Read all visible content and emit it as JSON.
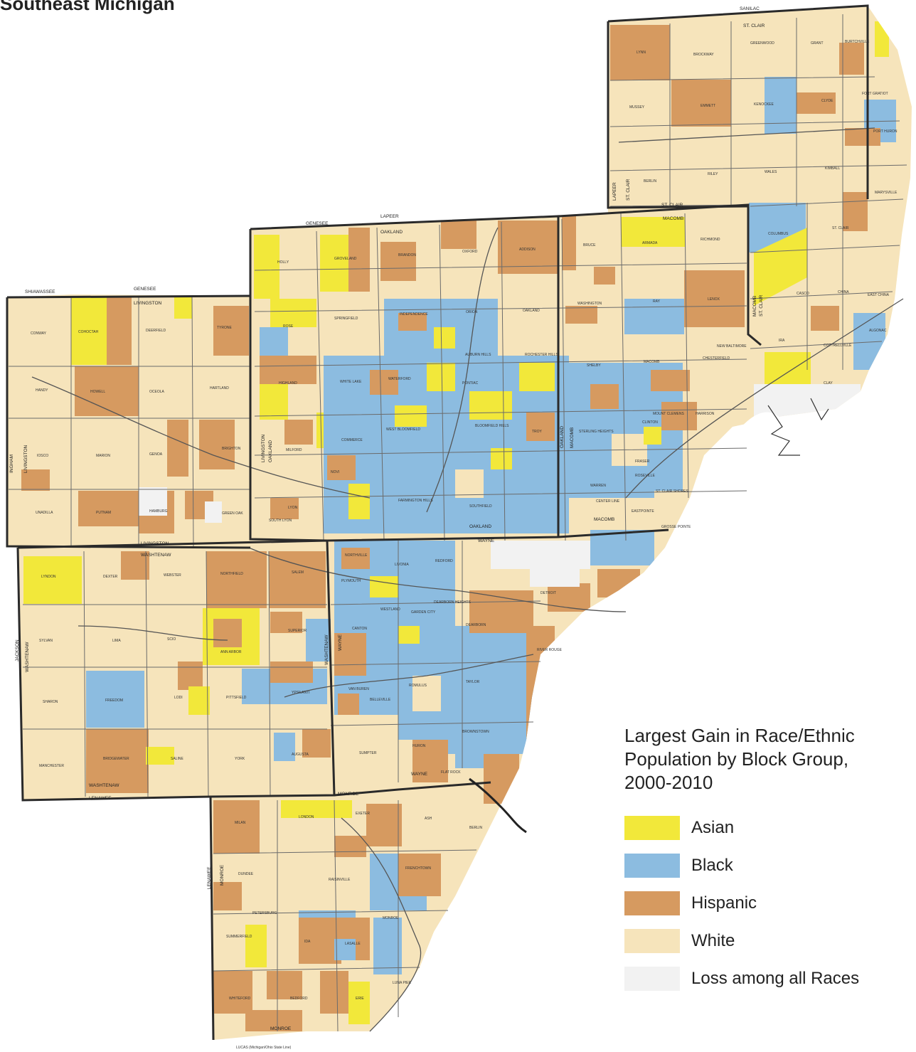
{
  "title_fragment": "Southeast Michigan",
  "legend": {
    "title_lines": [
      "Largest Gain in Race/Ethnic",
      "Population by Block Group,",
      "2000-2010"
    ],
    "items": [
      {
        "label": "Asian",
        "color": "#f2e83a"
      },
      {
        "label": "Black",
        "color": "#8cbce0"
      },
      {
        "label": "Hispanic",
        "color": "#d69a60"
      },
      {
        "label": "White",
        "color": "#f6e4bb"
      },
      {
        "label": "Loss among all Races",
        "color": "#f2f2f2"
      }
    ]
  },
  "county_labels": {
    "sanilac": "SANILAC",
    "st_clair_top": "ST. CLAIR",
    "st_clair_mid": "ST. CLAIR",
    "st_clair_vert": "ST. CLAIR",
    "lapeer_vert": "LAPEER",
    "lapeer_top": "LAPEER",
    "genesee_top": "GENESEE",
    "oakland_top": "OAKLAND",
    "macomb_top": "MACOMB",
    "shiawassee": "SHIAWASSEE",
    "genesee_left": "GENESEE",
    "livingston_top": "LIVINGSTON",
    "ingham": "INGHAM",
    "livingston_vert_left": "LIVINGSTON",
    "livingston_vert_right": "LIVINGSTON",
    "oakland_vert_left": "OAKLAND",
    "oakland_vert_right": "OAKLAND",
    "macomb_vert_left": "MACOMB",
    "macomb_vert_right": "MACOMB",
    "st_clair_vert_right": "ST. CLAIR",
    "livingston_bottom": "LIVINGSTON",
    "washtenaw_top": "WASHTENAW",
    "oakland_bottom": "OAKLAND",
    "wayne_top": "WAYNE",
    "macomb_bottom": "MACOMB",
    "jackson": "JACKSON",
    "washtenaw_vert_left": "WASHTENAW",
    "washtenaw_vert_right": "WASHTENAW",
    "wayne_vert": "WAYNE",
    "washtenaw_bottom": "WASHTENAW",
    "lenawee_top": "LENAWEE",
    "monroe_top": "MONROE",
    "wayne_bottom": "WAYNE",
    "lenawee_vert": "LENAWEE",
    "monroe_vert": "MONROE",
    "monroe_bottom": "MONROE",
    "lucas": "LUCAS (Michigan/Ohio State Line)",
    "grosse_pointe": "GROSSE POINTE",
    "river_rouge": "RIVER ROUGE"
  },
  "township_labels": {
    "lynn": "LYNN",
    "brockway": "BROCKWAY",
    "greenwood": "GREENWOOD",
    "grant": "GRANT",
    "burtchville": "BURTCHVILLE",
    "mussey": "MUSSEY",
    "emmett": "EMMETT",
    "kenockee": "KENOCKEE",
    "clyde": "CLYDE",
    "fort_gratiot": "FORT GRATIOT",
    "port_huron": "PORT HURON",
    "berlin": "BERLIN",
    "riley": "RILEY",
    "wales": "WALES",
    "kimball": "KIMBALL",
    "marysville": "MARYSVILLE",
    "columbus": "COLUMBUS",
    "st_clair": "ST. CLAIR",
    "casco": "CASCO",
    "china": "CHINA",
    "east_china": "EAST CHINA",
    "cottrellville": "COTTRELLVILLE",
    "clay": "CLAY",
    "ira": "IRA",
    "algonac": "ALGONAC",
    "holly": "HOLLY",
    "groveland": "GROVELAND",
    "brandon": "BRANDON",
    "oxford": "OXFORD",
    "addison": "ADDISON",
    "rose": "ROSE",
    "springfield": "SPRINGFIELD",
    "independence": "INDEPENDENCE",
    "orion": "ORION",
    "oakland": "OAKLAND",
    "highland": "HIGHLAND",
    "white_lake": "WHITE LAKE",
    "waterford": "WATERFORD",
    "auburn_hills": "AUBURN HILLS",
    "rochester_hills": "ROCHESTER HILLS",
    "pontiac": "PONTIAC",
    "milford": "MILFORD",
    "commerce": "COMMERCE",
    "west_bloomfield": "WEST BLOOMFIELD",
    "bloomfield_hills": "BLOOMFIELD HILLS",
    "troy": "TROY",
    "novi": "NOVI",
    "lyon": "LYON",
    "south_lyon": "SOUTH LYON",
    "farmington_hills": "FARMINGTON HILLS",
    "southfield": "SOUTHFIELD",
    "bruce": "BRUCE",
    "armada": "ARMADA",
    "richmond": "RICHMOND",
    "washington": "WASHINGTON",
    "ray": "RAY",
    "lenox": "LENOX",
    "shelby": "SHELBY",
    "macomb": "MACOMB",
    "chesterfield": "CHESTERFIELD",
    "new_baltimore": "NEW BALTIMORE",
    "mount_clemens": "MOUNT CLEMENS",
    "clinton": "CLINTON",
    "harrison": "HARRISON",
    "sterling_heights": "STERLING HEIGHTS",
    "fraser": "FRASER",
    "warren": "WARREN",
    "roseville": "ROSEVILLE",
    "st_clair_shores": "ST. CLAIR SHORES",
    "eastpointe": "EASTPOINTE",
    "center_line": "CENTER LINE",
    "conway": "CONWAY",
    "cohoctah": "COHOCTAH",
    "deerfield": "DEERFIELD",
    "tyrone": "TYRONE",
    "handy": "HANDY",
    "howell": "HOWELL",
    "oceola": "OCEOLA",
    "hartland": "HARTLAND",
    "iosco": "IOSCO",
    "marion": "MARION",
    "genoa": "GENOA",
    "brighton": "BRIGHTON",
    "unadilla": "UNADILLA",
    "putnam": "PUTNAM",
    "hamburg": "HAMBURG",
    "green_oak": "GREEN OAK",
    "lyndon": "LYNDON",
    "dexter": "DEXTER",
    "webster": "WEBSTER",
    "northfield": "NORTHFIELD",
    "salem": "SALEM",
    "sylvan": "SYLVAN",
    "lima": "LIMA",
    "scio": "SCIO",
    "ann_arbor": "ANN ARBOR",
    "superior": "SUPERIOR",
    "sharon": "SHARON",
    "freedom": "FREEDOM",
    "lodi": "LODI",
    "pittsfield": "PITTSFIELD",
    "ypsilanti": "YPSILANTI",
    "manchester": "MANCHESTER",
    "bridgewater": "BRIDGEWATER",
    "saline": "SALINE",
    "york": "YORK",
    "augusta": "AUGUSTA",
    "northville": "NORTHVILLE",
    "livonia": "LIVONIA",
    "redford": "REDFORD",
    "plymouth": "PLYMOUTH",
    "canton": "CANTON",
    "westland": "WESTLAND",
    "garden_city": "GARDEN CITY",
    "dearborn": "DEARBORN",
    "dearborn_heights": "DEARBORN HEIGHTS",
    "detroit": "DETROIT",
    "van_buren": "VAN BUREN",
    "romulus": "ROMULUS",
    "taylor": "TAYLOR",
    "huron": "HURON",
    "sumpter": "SUMPTER",
    "brownstown": "BROWNSTOWN",
    "flat_rock": "FLAT ROCK",
    "belleville": "BELLEVILLE",
    "milan": "MILAN",
    "london": "LONDON",
    "exeter": "EXETER",
    "ash": "ASH",
    "berlin_m": "BERLIN",
    "dundee": "DUNDEE",
    "raisinville": "RAISINVILLE",
    "frenchtown": "FRENCHTOWN",
    "monroe": "MONROE",
    "petersburg": "PETERSBURG",
    "summerfield": "SUMMERFIELD",
    "ida": "IDA",
    "lasalle": "LASALLE",
    "whiteford": "WHITEFORD",
    "bedford": "BEDFORD",
    "erie": "ERIE",
    "luna_pier": "LUNA PIER"
  }
}
